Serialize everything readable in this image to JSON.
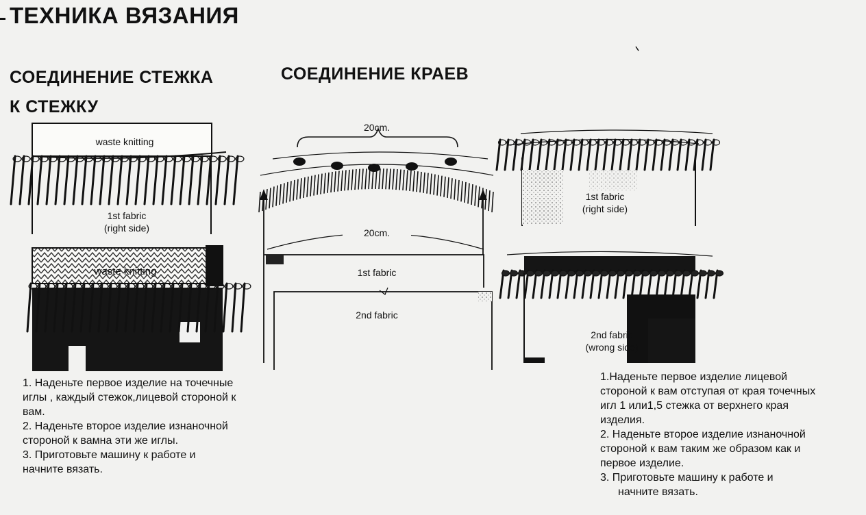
{
  "page": {
    "title": "ТЕХНИКА ВЯЗАНИЯ"
  },
  "sections": {
    "stitch_to_stitch": {
      "heading_line1": "СОЕДИНЕНИЕ СТЕЖКА",
      "heading_line2": "К СТЕЖКУ"
    },
    "edge_join": {
      "heading": "СОЕДИНЕНИЕ КРАЕВ"
    }
  },
  "figures": {
    "left_top": {
      "waste_label": "waste knitting",
      "fabric_label_line1": "1st fabric",
      "fabric_label_line2": "(right side)"
    },
    "left_bottom": {
      "waste_label": "waste knitting"
    },
    "middle": {
      "top_measure": "20cm.",
      "bottom_measure": "20cm.",
      "fabric1_label": "1st fabric",
      "fabric2_label": "2nd fabric"
    },
    "right_top": {
      "fabric_label_line1": "1st fabric",
      "fabric_label_line2": "(right side)"
    },
    "right_bottom": {
      "fabric_label_line1": "2nd fabric",
      "fabric_label_line2": "(wrong side)"
    }
  },
  "instructions_left": {
    "line1": "1. Наденьте первое изделие на точечные",
    "line2": "иглы , каждый стежок,лицевой стороной к",
    "line3": "вам.",
    "line4": "2. Наденьте второе изделие изнаночной",
    "line5": "стороной к вамна эти же иглы.",
    "line6": "3. Приготовьте машину к работе и",
    "line7": "начните вязать."
  },
  "instructions_right": {
    "line1": "1.Наденьте первое изделие лицевой",
    "line2": "стороной к вам отступая от края точечных",
    "line3": "игл 1 или1,5 стежка от верхнего края",
    "line4": "изделия.",
    "line5": "2. Наденьте второе изделие изнаночной",
    "line6": "стороной к вам таким же образом как и",
    "line7": "первое изделие.",
    "line8": "3.   Приготовьте машину к работе и",
    "line9": "начните вязать."
  },
  "icons": {
    "needle": "latch-needle-icon",
    "arrow": "arrow-up-icon"
  }
}
